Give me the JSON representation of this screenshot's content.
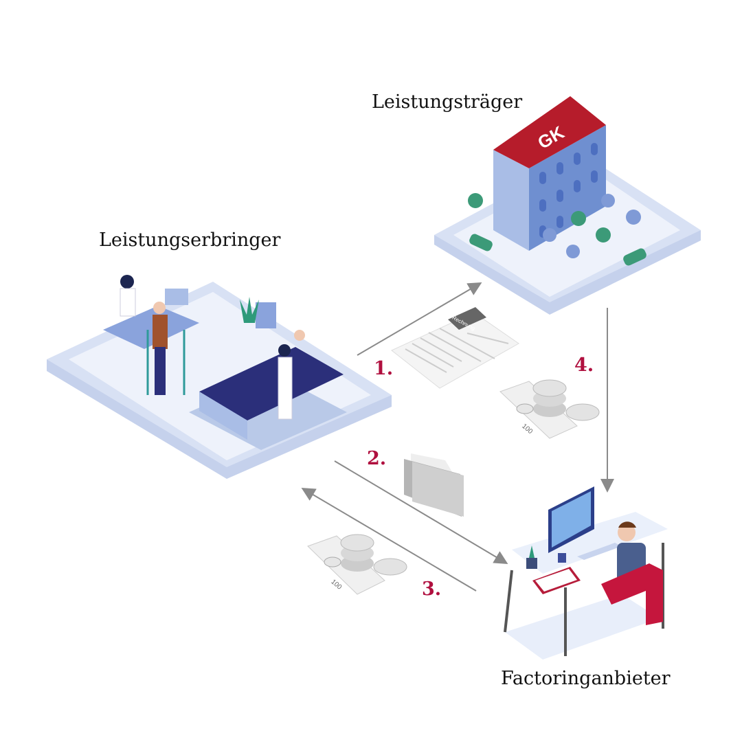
{
  "labels": {
    "payer": "Leistungsträger",
    "provider": "Leistungserbringer",
    "factoring": "Factoringanbieter"
  },
  "steps": [
    "1.",
    "2.",
    "3.",
    "4."
  ],
  "invoice": {
    "title": "Rechnung"
  },
  "banknote": {
    "value": "100"
  },
  "colors": {
    "accent": "#b0103f",
    "roof": "#b61c2b",
    "building": "#6f8fd0",
    "platform": "#e6ecf8",
    "arrow": "#8a8a8a"
  }
}
